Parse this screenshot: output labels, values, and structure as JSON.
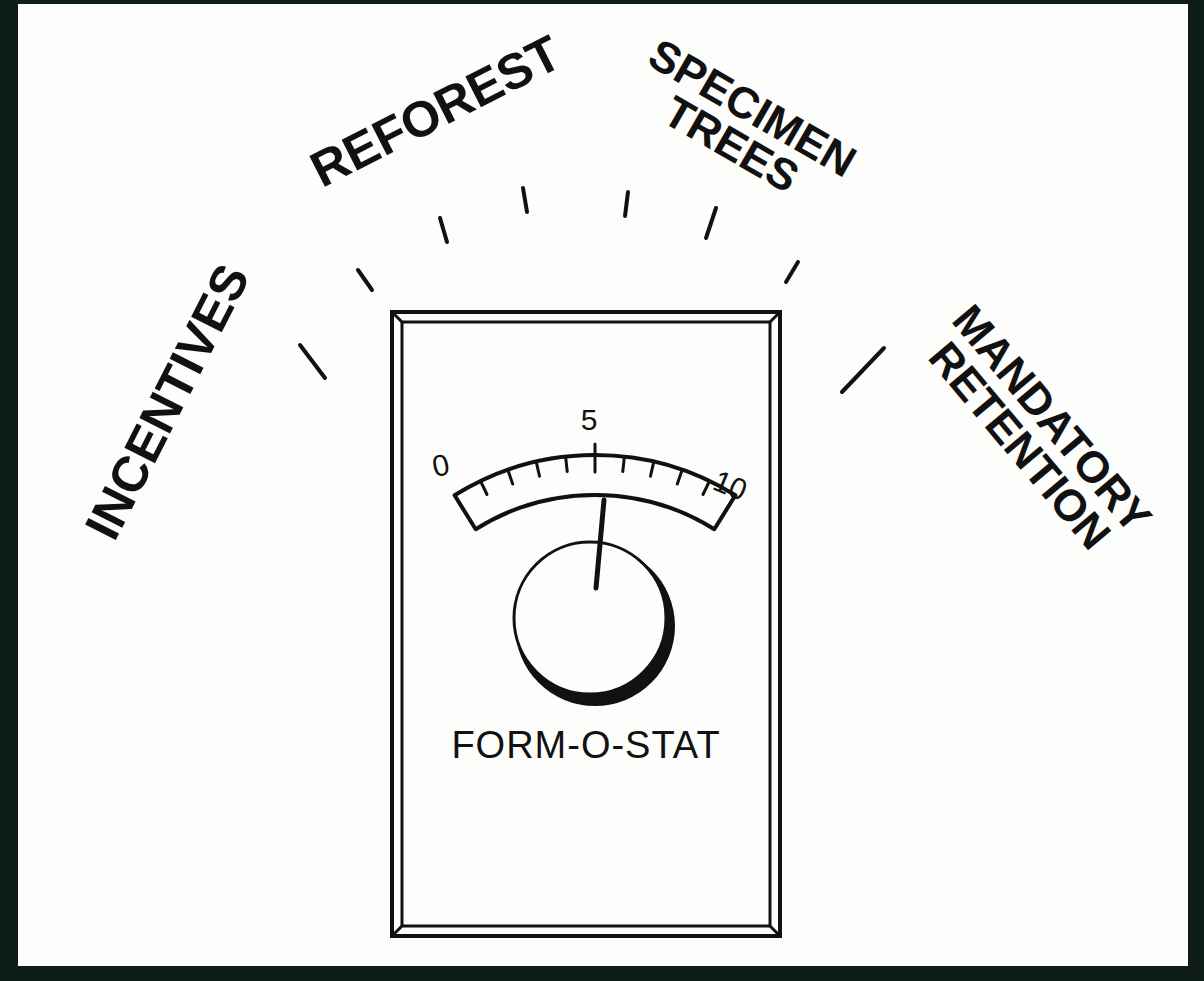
{
  "diagram": {
    "nodes": [
      {
        "text": [
          "FORM-O-STAT"
        ]
      }
    ],
    "labels": [
      "INCENTIVES",
      "REFOREST",
      "SPECIMEN TREES",
      "MANDATORY RETENTION",
      "0",
      "5",
      "10"
    ]
  }
}
